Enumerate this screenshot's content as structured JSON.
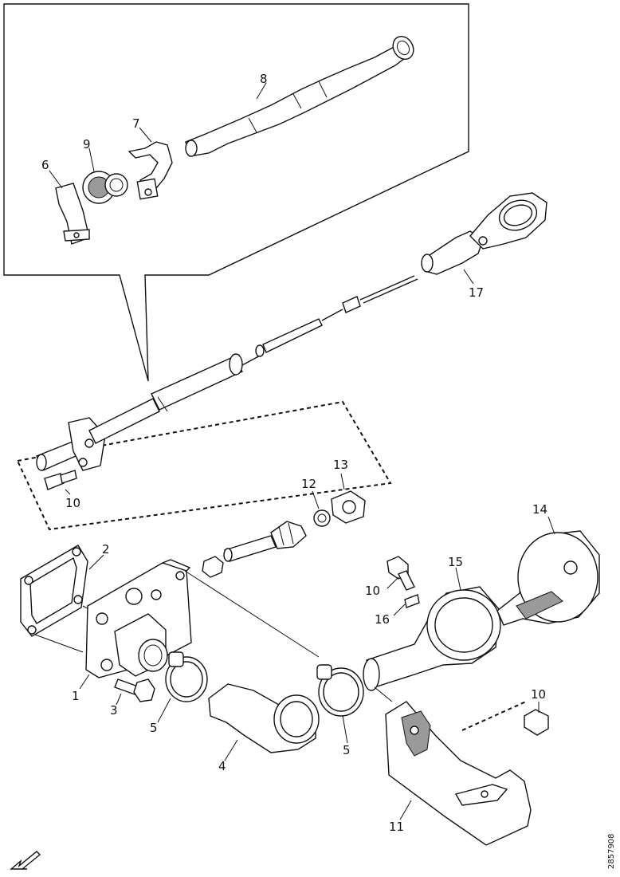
{
  "callouts": {
    "c1": "1",
    "c2": "2",
    "c3": "3",
    "c4": "4",
    "c5a": "5",
    "c5b": "5",
    "c6": "6",
    "c7": "7",
    "c8": "8",
    "c9": "9",
    "c10a": "10",
    "c10b": "10",
    "c10c": "10",
    "c11": "11",
    "c12": "12",
    "c13": "13",
    "c14": "14",
    "c15": "15",
    "c16": "16",
    "c17": "17"
  },
  "drawing_code": "2857908"
}
